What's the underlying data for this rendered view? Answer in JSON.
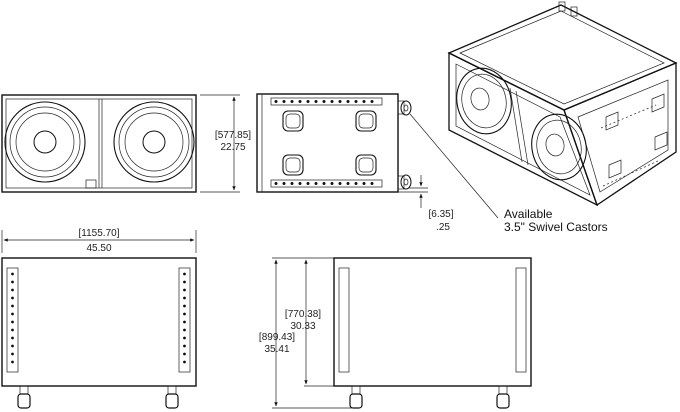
{
  "dimensions": {
    "front_height_mm": "[577.85]",
    "front_height_in": "22.75",
    "caster_offset_mm": "[6.35]",
    "caster_offset_in": ".25",
    "width_mm": "[1155.70]",
    "width_in": "45.50",
    "depth_mm": "[770.38]",
    "depth_in": "30.33",
    "total_height_mm": "[899.43]",
    "total_height_in": "35.41"
  },
  "callout": {
    "line1": "Available",
    "line2": "3.5\" Swivel Castors"
  },
  "colors": {
    "line": "#111111",
    "background": "#ffffff"
  }
}
